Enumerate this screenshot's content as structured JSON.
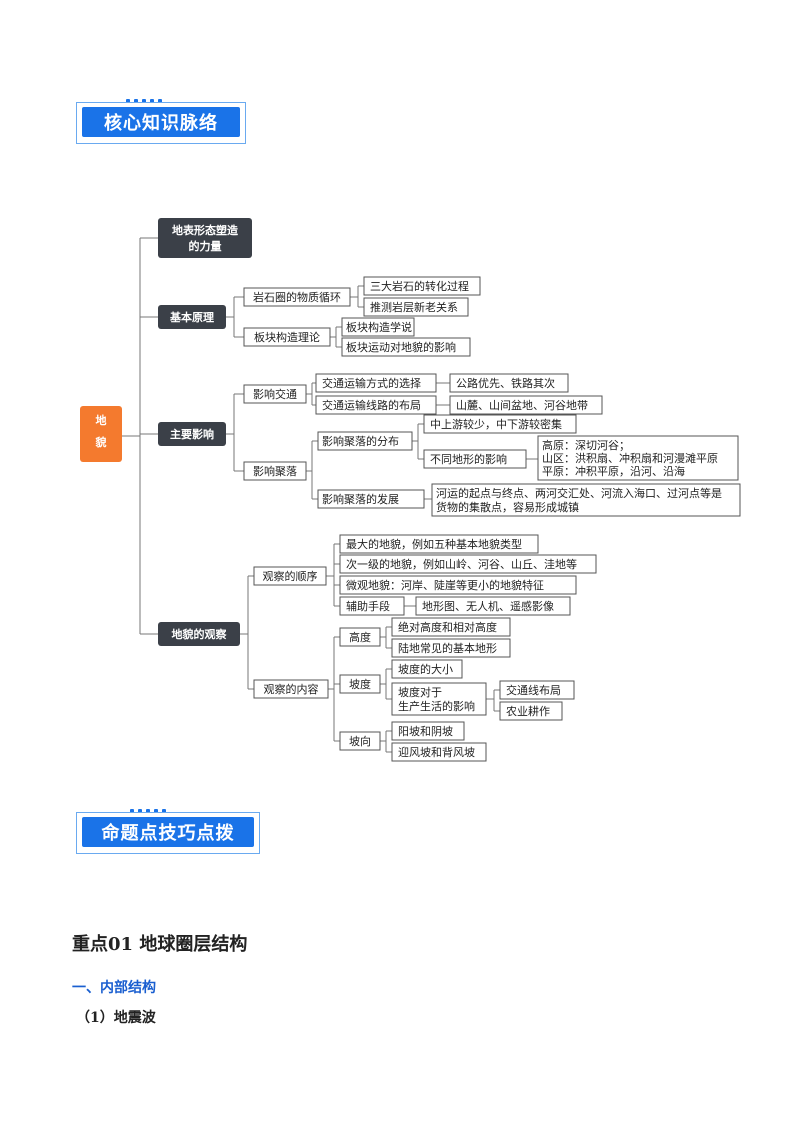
{
  "banners": {
    "core": "核心知识脉络",
    "tips": "命题点技巧点拨"
  },
  "mindmap": {
    "root": "地貌",
    "level1": {
      "forces": "地表形态塑造的力量",
      "forces_l1": "地表形态塑造",
      "forces_l2": "的力量",
      "principles": "基本原理",
      "impacts": "主要影响",
      "observe": "地貌的观察"
    },
    "principles": {
      "rock_cycle": "岩石圈的物质循环",
      "rock_cycle_items": [
        "三大岩石的转化过程",
        "推测岩层新老关系"
      ],
      "plate": "板块构造理论",
      "plate_items": [
        "板块构造学说",
        "板块运动对地貌的影响"
      ]
    },
    "impacts": {
      "traffic": "影响交通",
      "traffic_mode": "交通运输方式的选择",
      "traffic_mode_detail": "公路优先、铁路其次",
      "traffic_route": "交通运输线路的布局",
      "traffic_route_detail": "山麓、山间盆地、河谷地带",
      "settlement": "影响聚落",
      "distribution": "影响聚落的分布",
      "dist_mid_lower": "中上游较少，中下游较密集",
      "dist_terrain": "不同地形的影响",
      "dist_terrain_l1": "高原：深切河谷；",
      "dist_terrain_l2": "山区：洪积扇、冲积扇和河漫滩平原",
      "dist_terrain_l3": "平原：冲积平原，沿河、沿海",
      "development": "影响聚落的发展",
      "development_l1": "河运的起点与终点、两河交汇处、河流入海口、过河点等是",
      "development_l2": "货物的集散点，容易形成城镇"
    },
    "observe": {
      "order": "观察的顺序",
      "order_items": [
        "最大的地貌，例如五种基本地貌类型",
        "次一级的地貌，例如山岭、河谷、山丘、洼地等",
        "微观地貌：河岸、陡崖等更小的地貌特征"
      ],
      "aid": "辅助手段",
      "aid_detail": "地形图、无人机、遥感影像",
      "content": "观察的内容",
      "height": "高度",
      "height_items": [
        "绝对高度和相对高度",
        "陆地常见的基本地形"
      ],
      "slope": "坡度",
      "slope_size": "坡度的大小",
      "slope_effect_l1": "坡度对于",
      "slope_effect_l2": "生产生活的影响",
      "slope_effect_items": [
        "交通线布局",
        "农业耕作"
      ],
      "aspect": "坡向",
      "aspect_items": [
        "阳坡和阴坡",
        "迎风坡和背风坡"
      ]
    }
  },
  "section": {
    "heading": "重点01  地球圈层结构",
    "sub": "一、内部结构",
    "subsub": "（1）地震波"
  },
  "colors": {
    "accent": "#1a73e8",
    "root": "#f47a2e",
    "dark_node": "#3b4048"
  }
}
